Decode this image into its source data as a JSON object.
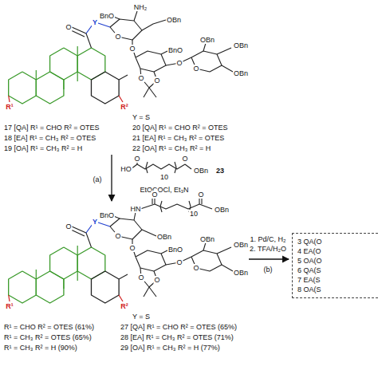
{
  "diagram": {
    "nodes": [
      {
        "text": [
          "3 QA(O",
          "4 EA(O",
          "5 OA(O",
          "6 QA(S",
          "7 EA(S",
          "8 OA(S"
        ]
      }
    ],
    "labels": [
      "O",
      "Y",
      "NH₂",
      "BnO",
      "O",
      "OBn",
      "O",
      "BnO",
      "O",
      "O",
      "O",
      "O",
      "OBn",
      "OBn",
      "OBn",
      "R¹",
      "R²",
      "17 [QA] R¹ = CHO R² = OTES",
      "18 [EA] R¹ = CH₃ R² = OTES",
      "19 [OA] R¹ = CH₃ R² = H",
      "Y = S",
      "20 [QA] R¹ = CHO R² = OTES",
      "21 [EA] R¹ = CH₃ R² = OTES",
      "22 [OA] R¹ = CH₃ R² = H",
      "(a)",
      "HO",
      "O",
      "10",
      "O",
      "OBn",
      "23",
      "EtOCOCl, Et₃N",
      "O",
      "Y",
      "HN",
      "O",
      "10",
      "O",
      "OBn",
      "BnO",
      "O",
      "OBn",
      "O",
      "BnO",
      "O",
      "O",
      "O",
      "O",
      "OBn",
      "OBn",
      "OBn",
      "R¹",
      "R²",
      "Y = S",
      "R¹ = CHO R² = OTES (61%)",
      "R¹ = CH₃ R² = OTES (65%)",
      "R¹ = CH₃ R² = H (90%)",
      "27 [QA] R¹ = CHO R² = OTES (65%)",
      "28 [EA] R¹ = CH₃ R² = OTES (71%)",
      "29 [OA] R¹ = CH₃ R² = H (77%)",
      "1. Pd/C, H₂",
      "2. TFA/H₂O",
      "(b)"
    ]
  }
}
